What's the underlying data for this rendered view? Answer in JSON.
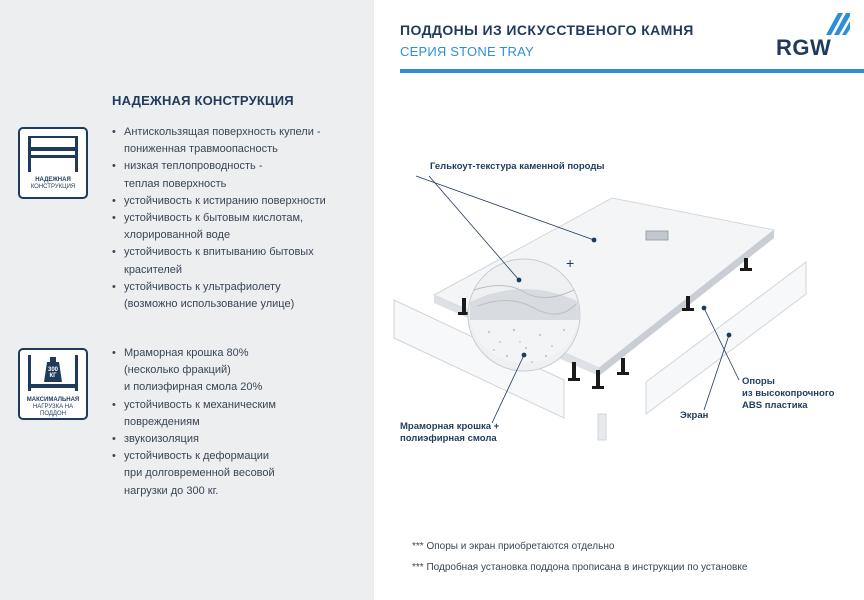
{
  "header": {
    "title": "ПОДДОНЫ ИЗ ИСКУССТВЕНОГО КАМНЯ",
    "subtitle": "СЕРИЯ STONE TRAY",
    "logo_text": "RGW",
    "accent_color": "#2f8fd6",
    "brand_color": "#1f3b5c"
  },
  "section": {
    "title": "НАДЕЖНАЯ КОНСТРУКЦИЯ"
  },
  "badges": {
    "construction": {
      "line1": "НАДЕЖНАЯ",
      "line2": "КОНСТРУКЦИЯ",
      "icon": "shelf-icon"
    },
    "load": {
      "weight": "300",
      "unit": "КГ",
      "line1": "МАКСИМАЛЬНАЯ",
      "line2": "НАГРУЗКА НА ПОДДОН",
      "icon": "weight-icon"
    }
  },
  "features_group1": [
    {
      "a": "Антискользящая поверхность купели -",
      "b": "пониженная травмоопасность"
    },
    {
      "a": "низкая теплопроводность -",
      "b": "теплая поверхность"
    },
    {
      "a": "устойчивость к истиранию поверхности",
      "b": ""
    },
    {
      "a": "устойчивость к бытовым кислотам,",
      "b": "хлорированной воде"
    },
    {
      "a": "устойчивость к впитыванию бытовых",
      "b": "красителей"
    },
    {
      "a": "устойчивость к ультрафиолету",
      "b": "(возможно использование улице)"
    }
  ],
  "features_group2": [
    {
      "a": "Мраморная крошка 80%",
      "b": "(несколько фракций)",
      "c": "и полиэфирная смола 20%"
    },
    {
      "a": "устойчивость к механическим",
      "b": "повреждениям",
      "c": ""
    },
    {
      "a": "звукоизоляция",
      "b": "",
      "c": ""
    },
    {
      "a": "устойчивость к деформации",
      "b": "при долговременной весовой",
      "c": "нагрузки до 300 кг."
    }
  ],
  "callouts": {
    "gelcoat": "Гелькоут-текстура каменной породы",
    "marble_1": "Мраморная крошка +",
    "marble_2": "полиэфирная смола",
    "screen": "Экран",
    "supports_1": "Опоры",
    "supports_2": "из высокопрочного",
    "supports_3": "ABS пластика"
  },
  "notes": [
    "*** Опоры и экран приобретаются отдельно",
    "*** Подробная установка поддона прописана в инструкции по установке"
  ]
}
